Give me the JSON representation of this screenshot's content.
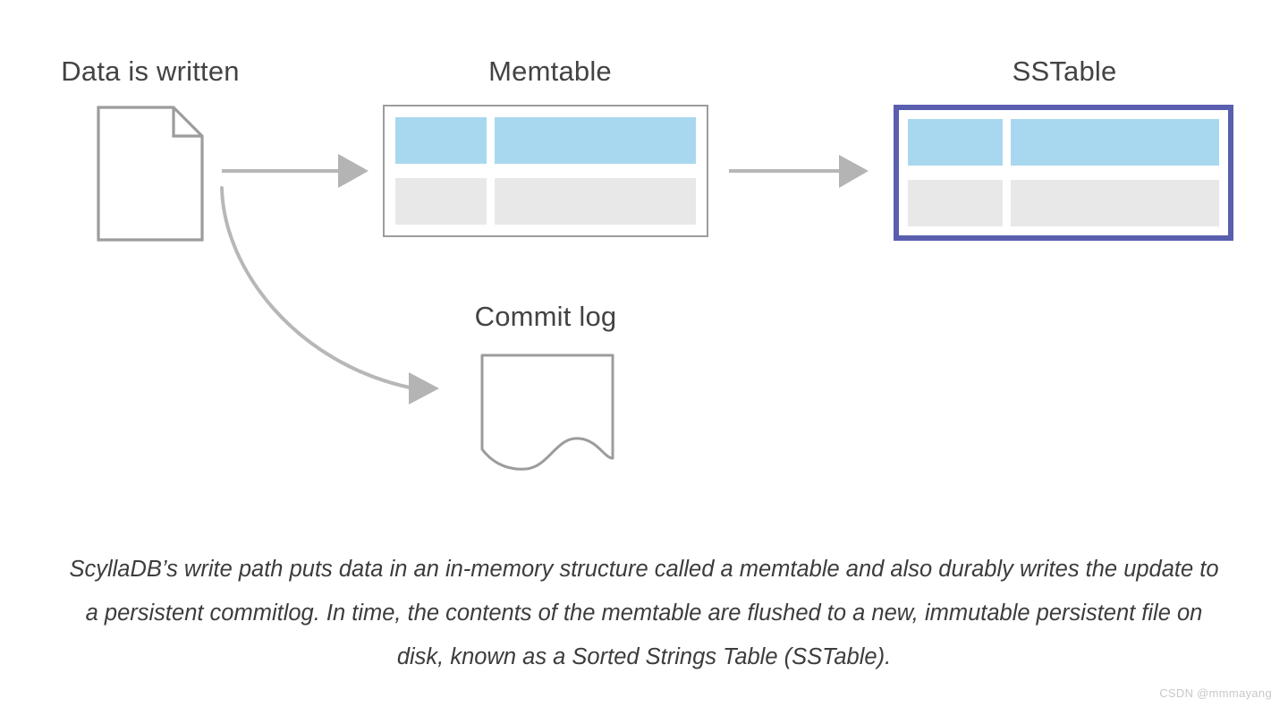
{
  "diagram": {
    "title_written": "Data is written",
    "title_memtable": "Memtable",
    "title_sstable": "SSTable",
    "title_commitlog": "Commit log",
    "colors": {
      "cell_blue": "#a8d8ef",
      "cell_grey": "#e8e8e8",
      "memtable_border": "#9c9c9c",
      "sstable_border": "#5a5eae",
      "arrow": "#b7b7b7",
      "shape_outline": "#9c9c9c",
      "title_text": "#434343"
    },
    "nodes": [
      {
        "name": "data-is-written",
        "label": "Data is written",
        "shape": "document-with-folded-corner"
      },
      {
        "name": "memtable",
        "label": "Memtable",
        "shape": "table-2x2",
        "rows": [
          [
            "blue",
            "blue"
          ],
          [
            "grey",
            "grey"
          ]
        ]
      },
      {
        "name": "sstable",
        "label": "SSTable",
        "shape": "table-2x2-highlighted",
        "rows": [
          [
            "blue",
            "blue"
          ],
          [
            "grey",
            "grey"
          ]
        ]
      },
      {
        "name": "commit-log",
        "label": "Commit log",
        "shape": "document-with-wavy-bottom"
      }
    ],
    "arrows": [
      {
        "name": "arrow-written-to-memtable",
        "from": "data-is-written",
        "to": "memtable",
        "style": "straight"
      },
      {
        "name": "arrow-memtable-to-sstable",
        "from": "memtable",
        "to": "sstable",
        "style": "straight"
      },
      {
        "name": "arrow-written-to-commitlog",
        "from": "data-is-written",
        "to": "commit-log",
        "style": "curved"
      }
    ]
  },
  "caption": {
    "lines": [
      "ScyllaDB’s write path puts data in an in-memory structure called a memtable and also durably writes the update to",
      "a persistent commitlog. In time, the contents of the memtable are flushed to a new, immutable persistent file on",
      "disk, known as a Sorted Strings Table (SSTable)."
    ],
    "full_text": "ScyllaDB’s write path puts data in an in-memory structure called a memtable and also durably writes the update to a persistent commitlog. In time, the contents of the memtable are flushed to a new, immutable persistent file on disk, known as a Sorted Strings Table (SSTable)."
  },
  "watermark": {
    "text": "CSDN @mmmayang"
  }
}
